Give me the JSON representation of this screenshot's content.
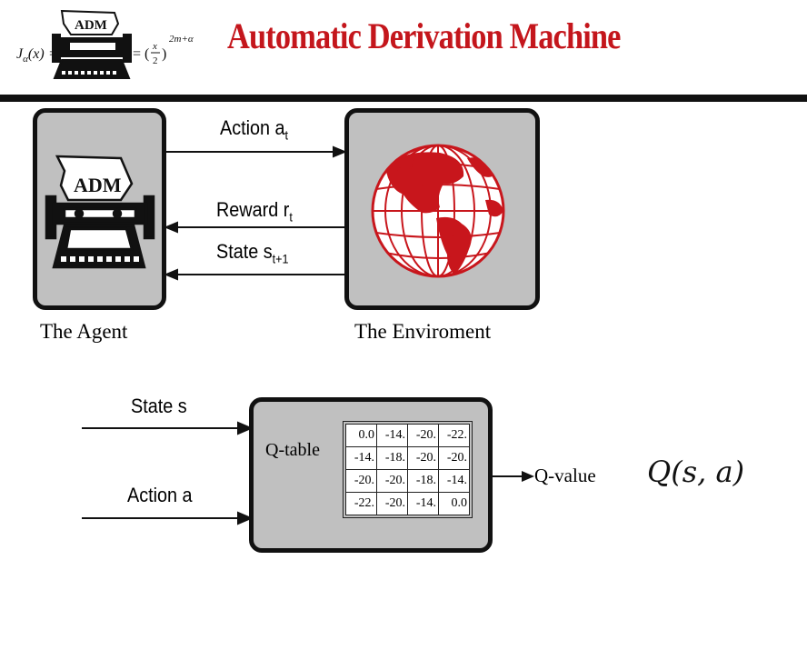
{
  "header": {
    "logo_text": "ADM",
    "formula_left": "J",
    "formula_sub": "α",
    "formula_arg": "(x)",
    "formula_frac_num": "x",
    "formula_frac_den": "2",
    "formula_exp": "2m+α",
    "title": "Automatic Derivation Machine"
  },
  "rl_diagram": {
    "agent_label": "The Agent",
    "agent_logo_text": "ADM",
    "environment_label": "The Enviroment",
    "action_label": "Action a",
    "action_sub": "t",
    "reward_label": "Reward r",
    "reward_sub": "t",
    "state_label": "State s",
    "state_sub": "t+1"
  },
  "q_diagram": {
    "state_input": "State s",
    "action_input": "Action a",
    "table_label": "Q-table",
    "output_label": "Q-value",
    "function_label": "Q(s, a)",
    "table": [
      [
        "0.0",
        "-14.",
        "-20.",
        "-22."
      ],
      [
        "-14.",
        "-18.",
        "-20.",
        "-20."
      ],
      [
        "-20.",
        "-20.",
        "-18.",
        "-14."
      ],
      [
        "-22.",
        "-20.",
        "-14.",
        "0.0"
      ]
    ]
  },
  "colors": {
    "title_red": "#c4161c",
    "globe_red": "#c8161c",
    "box_gray": "#c0c0c0"
  }
}
